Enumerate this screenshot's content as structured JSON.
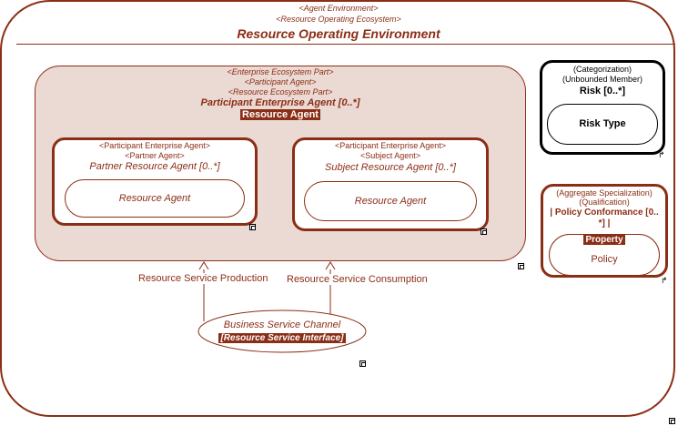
{
  "environment": {
    "stereotype1": "<Agent Environment>",
    "stereotype2": "<Resource Operating Ecosystem>",
    "title": "Resource Operating Environment"
  },
  "participant": {
    "stereotype1": "<Enterprise Ecosystem Part>",
    "stereotype2": "<Participant Agent>",
    "stereotype3": "<Resource Ecosystem Part>",
    "title": "Participant Enterprise Agent [0..*]",
    "badge": "Resource Agent"
  },
  "partner": {
    "stereotype1": "<Participant Enterprise Agent>",
    "stereotype2": "<Partner Agent>",
    "title": "Partner Resource Agent [0..*]",
    "inner": "Resource Agent"
  },
  "subject": {
    "stereotype1": "<Participant Enterprise Agent>",
    "stereotype2": "<Subject Agent>",
    "title": "Subject Resource Agent [0..*]",
    "inner": "Resource Agent"
  },
  "risk": {
    "stereotype1": "(Categorization)",
    "stereotype2": "(Unbounded Member)",
    "title": "Risk [0..*]",
    "inner": "Risk Type"
  },
  "policy": {
    "stereotype1": "(Aggregate Specialization)",
    "stereotype2": "(Qualification)",
    "title_line1": "| Policy Conformance [0..",
    "title_line2": "*] |",
    "badge": "Property",
    "inner": "Policy"
  },
  "connectors": {
    "production": "Resource Service Production",
    "consumption": "Resource Service Consumption"
  },
  "channel": {
    "title": "Business Service Channel",
    "badge": "[Resource Service Interface]"
  },
  "colors": {
    "accent": "#8B2E16",
    "participant_fill": "#EBD9D3"
  }
}
